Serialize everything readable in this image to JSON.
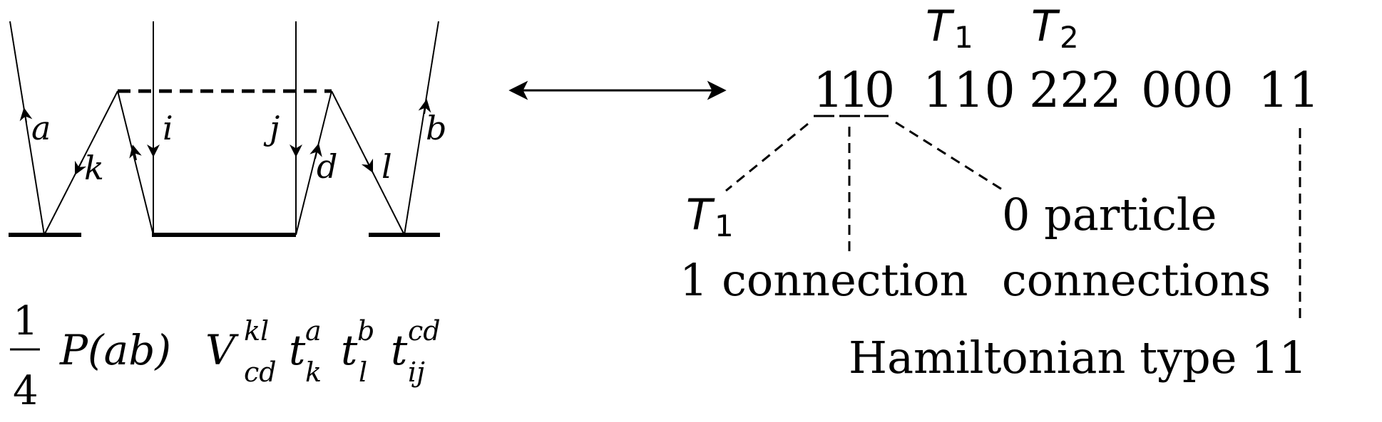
{
  "diagram": {
    "lines": {
      "a": "a",
      "k": "k",
      "i": "i",
      "j": "j",
      "d": "d",
      "l": "l",
      "b": "b"
    }
  },
  "formula": {
    "numerator": "1",
    "denominator": "4",
    "permutation": "P(ab)",
    "V": "V",
    "V_sup": "kl",
    "V_sub": "cd",
    "t1": "t",
    "t1_sup": "a",
    "t1_sub": "k",
    "t2": "t",
    "t2_sup": "b",
    "t2_sub": "l",
    "t3": "t",
    "t3_sup": "cd",
    "t3_sub": "ij"
  },
  "arrow": {
    "type": "double-headed",
    "meaning": "equivalence"
  },
  "code": {
    "amp_labels": [
      {
        "T": "T",
        "sub": "1"
      },
      {
        "T": "T",
        "sub": "2"
      }
    ],
    "groups": [
      "110",
      "110",
      "222",
      "000",
      "11"
    ],
    "digits_first": [
      "1",
      "1",
      "0"
    ]
  },
  "annotations": {
    "t1_label": {
      "T": "T",
      "sub": "1"
    },
    "one_connection": "1 connection",
    "zero_particle_line1": "0 particle",
    "zero_particle_line2": "connections",
    "hamiltonian": "Hamiltonian type 11"
  }
}
